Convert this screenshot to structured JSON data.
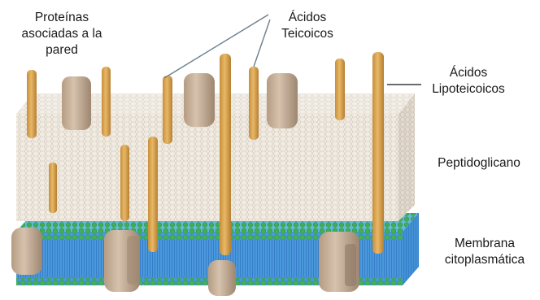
{
  "labels": {
    "proteinas": [
      "Proteínas",
      "asociadas a la",
      "pared"
    ],
    "acidos_teicoicos": [
      "Ácidos",
      "Teicoicos"
    ],
    "acidos_lipoteicoicos": [
      "Ácidos",
      "Lipoteicoicos"
    ],
    "peptidoglicano": [
      "Peptidoglicano"
    ],
    "membrana": [
      "Membrana",
      "citoplasmática"
    ]
  },
  "colors": {
    "peptidoglycan": "#ece6dc",
    "membrane_blue": "#3d8fd6",
    "lipid_head": "#3fae54",
    "protein": "#c6b09a",
    "acid_rod": "#d8a24a"
  }
}
